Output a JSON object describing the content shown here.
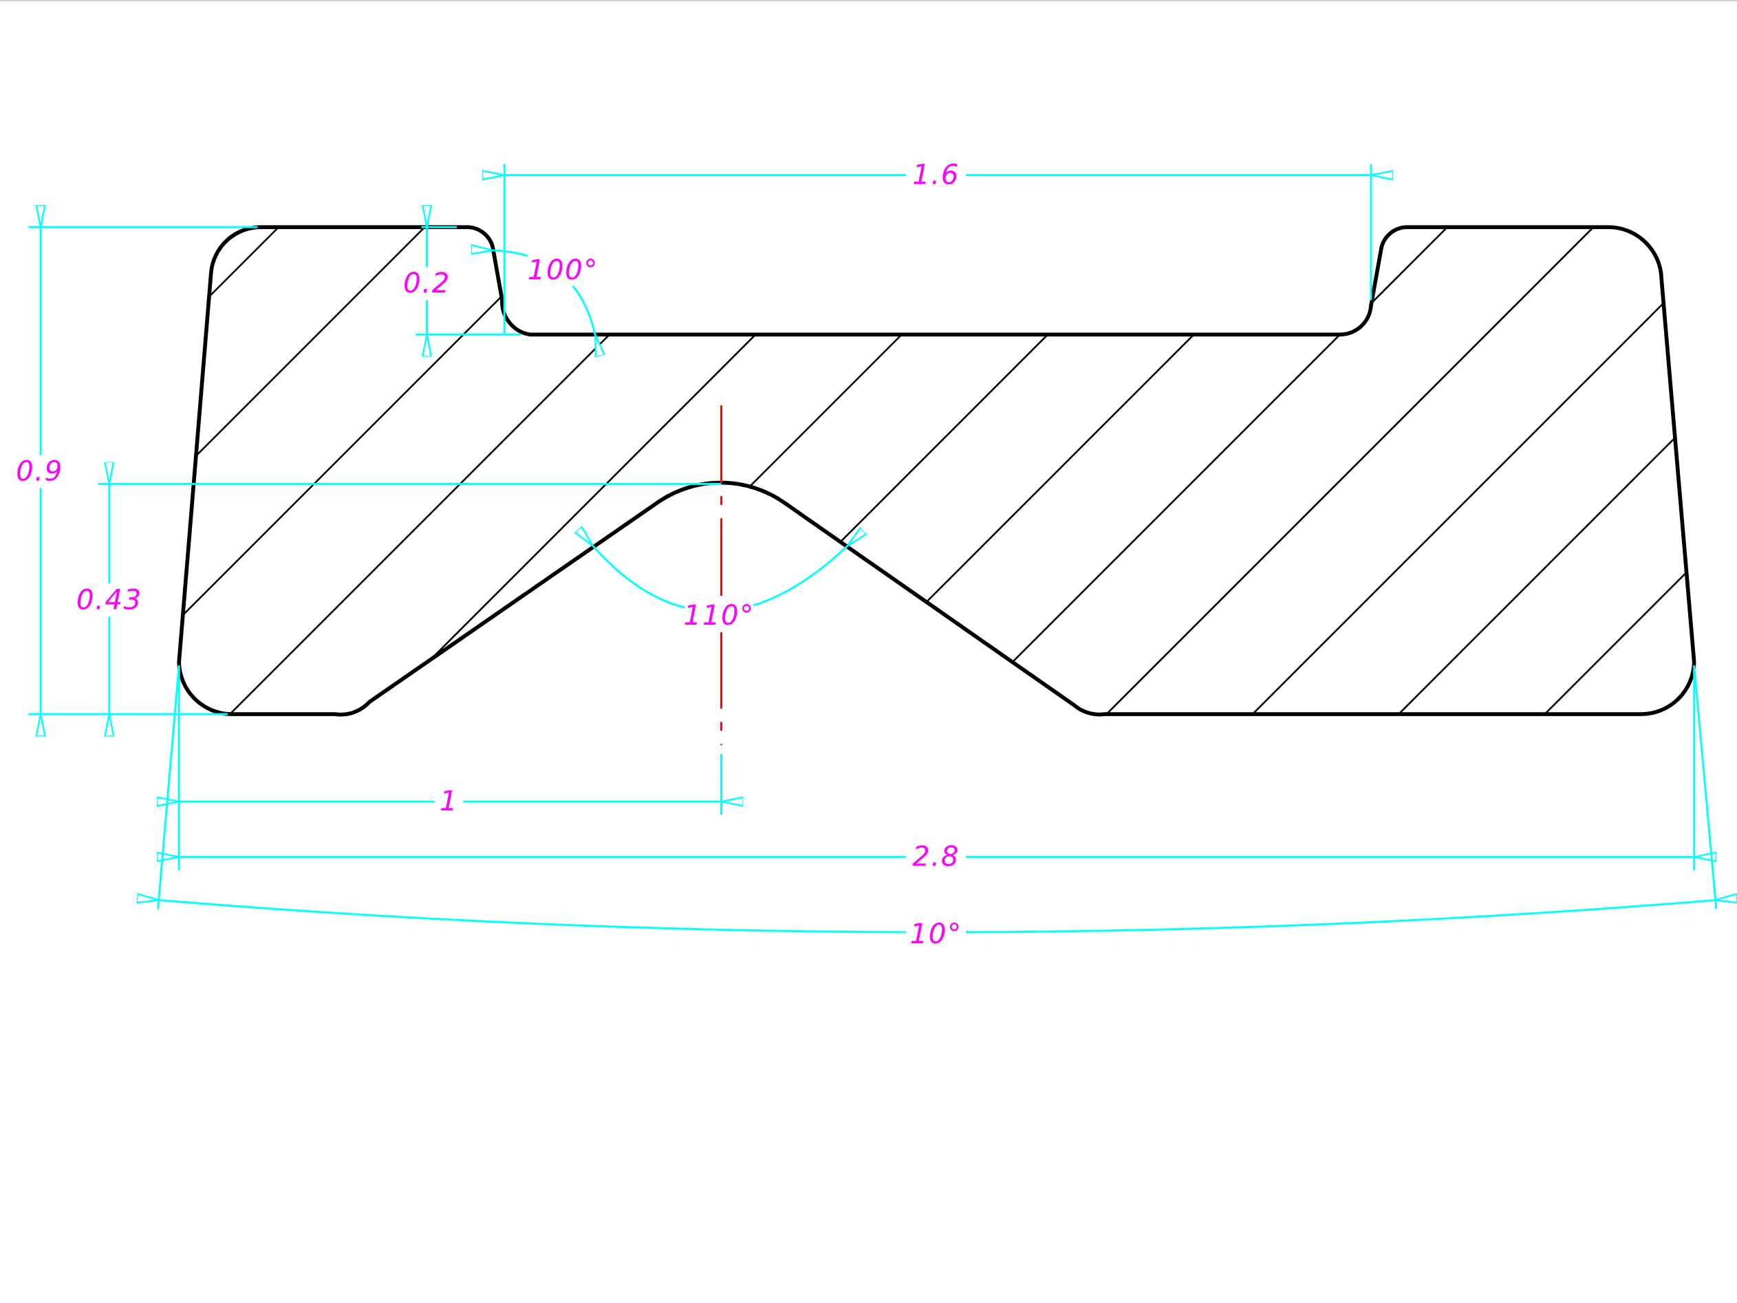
{
  "drawing": {
    "colors": {
      "outline": "#000000",
      "dimension": "#00ffff",
      "dimension_text": "#ff00ff",
      "centerline": "#ff0000"
    },
    "dimensions": {
      "top_slot_width": "1.6",
      "overall_height": "0.9",
      "groove_depth_from_bottom": "0.43",
      "slot_depth": "0.2",
      "slot_wall_angle": "100°",
      "groove_angle": "110°",
      "groove_center_offset": "1",
      "overall_width": "2.8",
      "side_taper_angle": "10°"
    }
  }
}
